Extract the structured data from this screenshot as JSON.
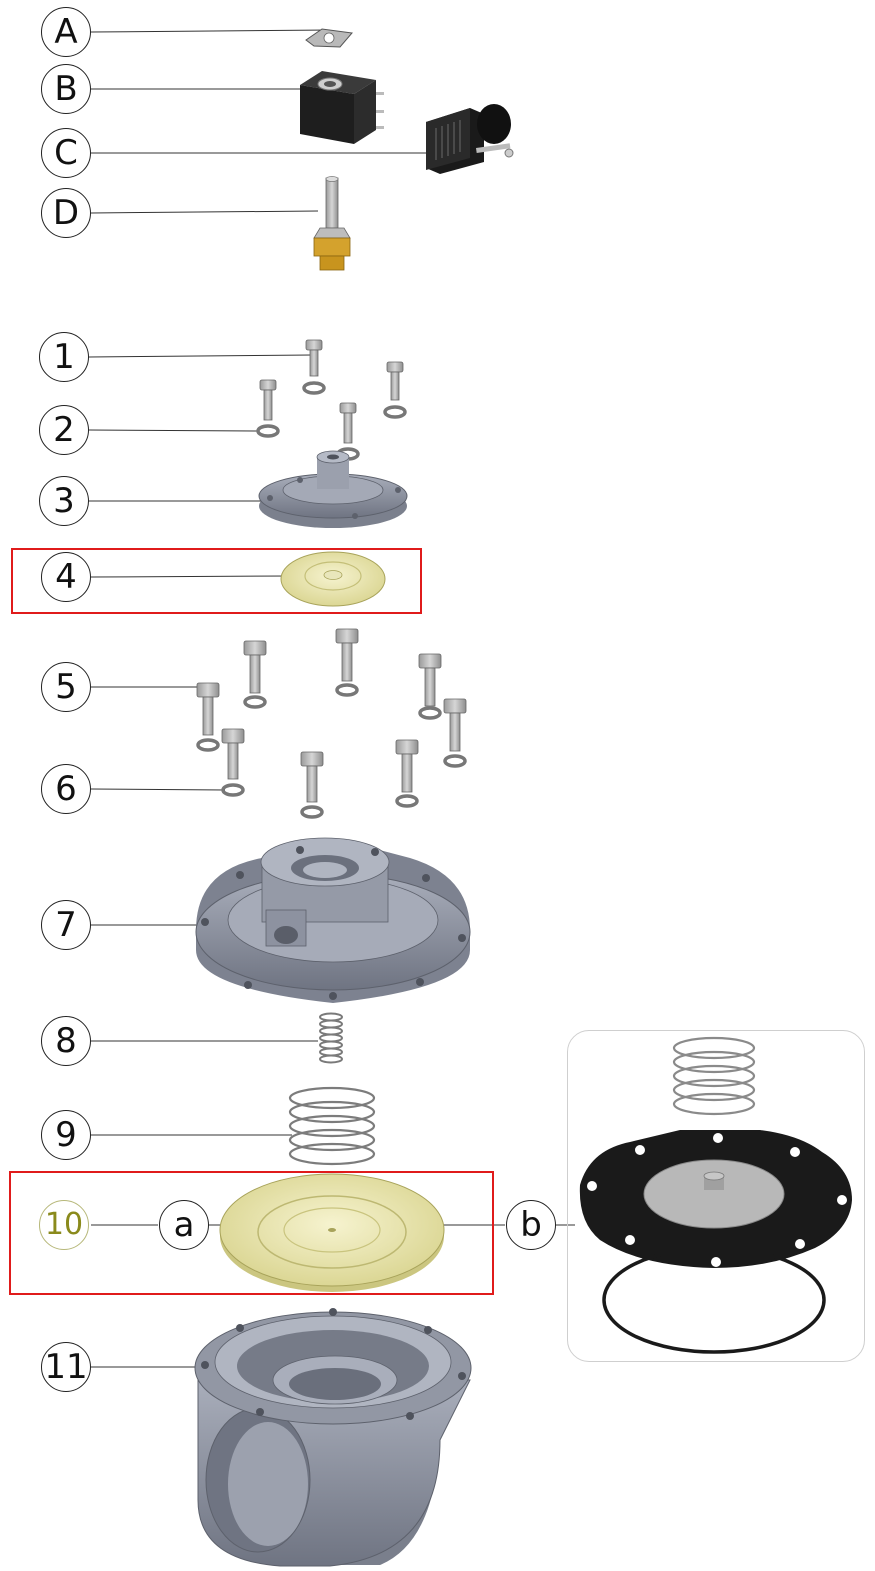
{
  "labels": {
    "A": "A",
    "B": "B",
    "C": "C",
    "D": "D",
    "n1": "1",
    "n2": "2",
    "n3": "3",
    "n4": "4",
    "n5": "5",
    "n6": "6",
    "n7": "7",
    "n8": "8",
    "n9": "9",
    "n10": "10",
    "n11": "11",
    "a": "a",
    "b": "b"
  },
  "colors": {
    "highlight": "#e01b1b",
    "casting_gray": "#8c92a0",
    "diaphragm_yellow": "#ece9b4",
    "coil_black": "#1e1e1e",
    "brass": "#c8941e",
    "gasket_black": "#1a1a1a",
    "label_10": "#8a8a1c"
  },
  "icons": [
    "plate-icon",
    "coil-icon",
    "connector-icon",
    "armature-tube-icon",
    "bolt-icon",
    "washer-icon",
    "pilot-cover-icon",
    "pilot-diaphragm-icon",
    "valve-cover-icon",
    "small-spring-icon",
    "large-spring-icon",
    "main-diaphragm-icon",
    "diaphragm-kit-icon",
    "o-ring-icon",
    "valve-body-icon"
  ]
}
